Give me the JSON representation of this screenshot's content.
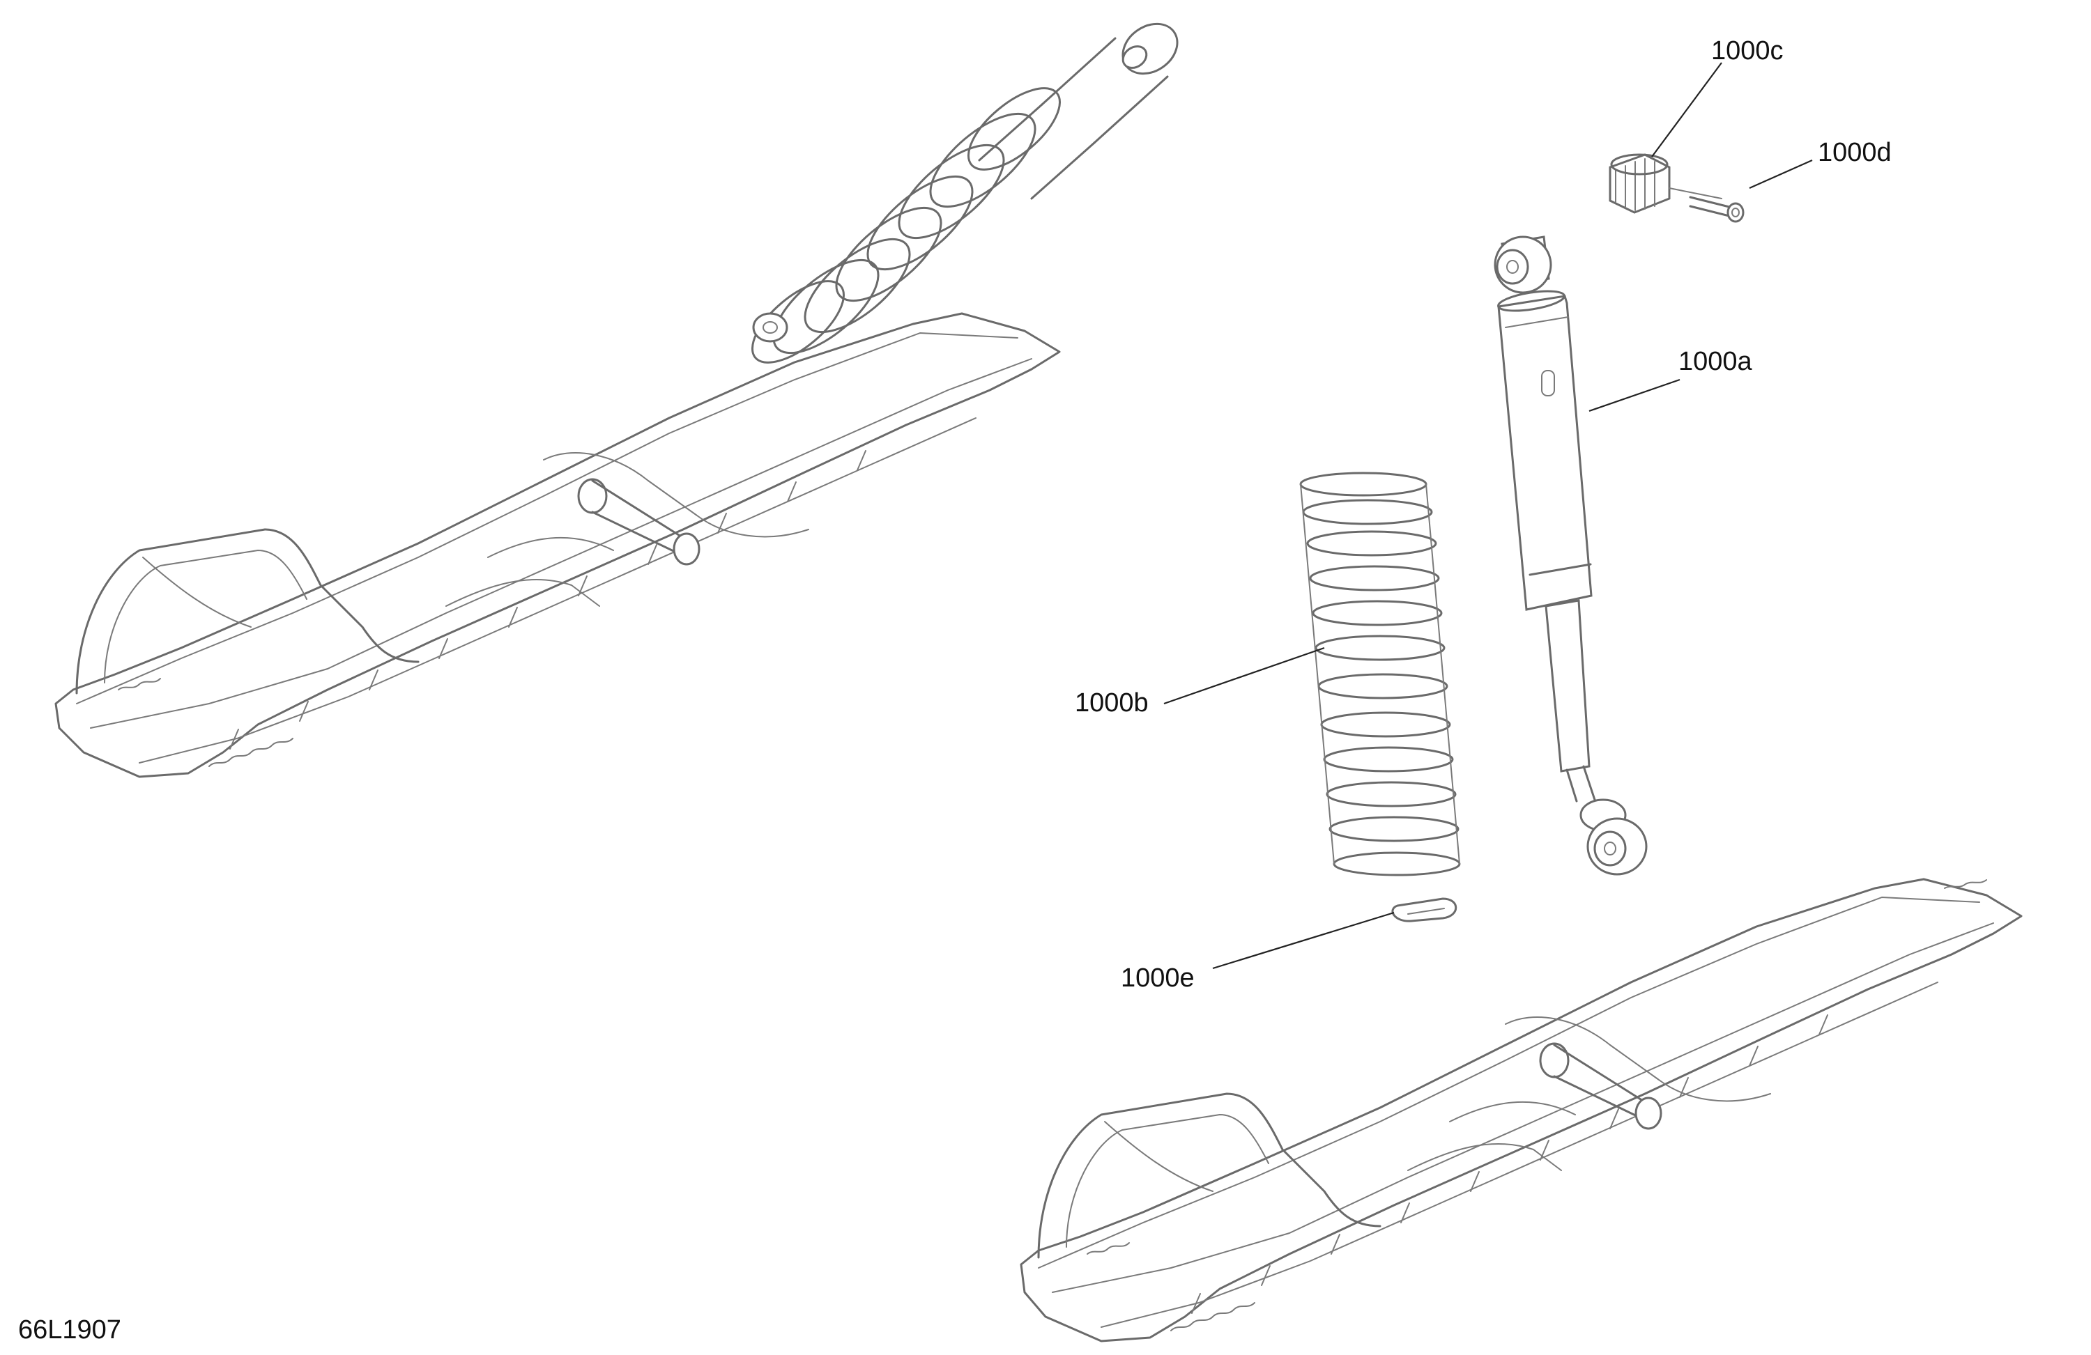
{
  "figure_id": "66L1907",
  "callouts": {
    "a": "1000a",
    "b": "1000b",
    "c": "1000c",
    "d": "1000d",
    "e": "1000e"
  },
  "colors": {
    "background": "#ffffff",
    "line_art": "#6a6a6a",
    "leader": "#222222",
    "text": "#111111"
  }
}
